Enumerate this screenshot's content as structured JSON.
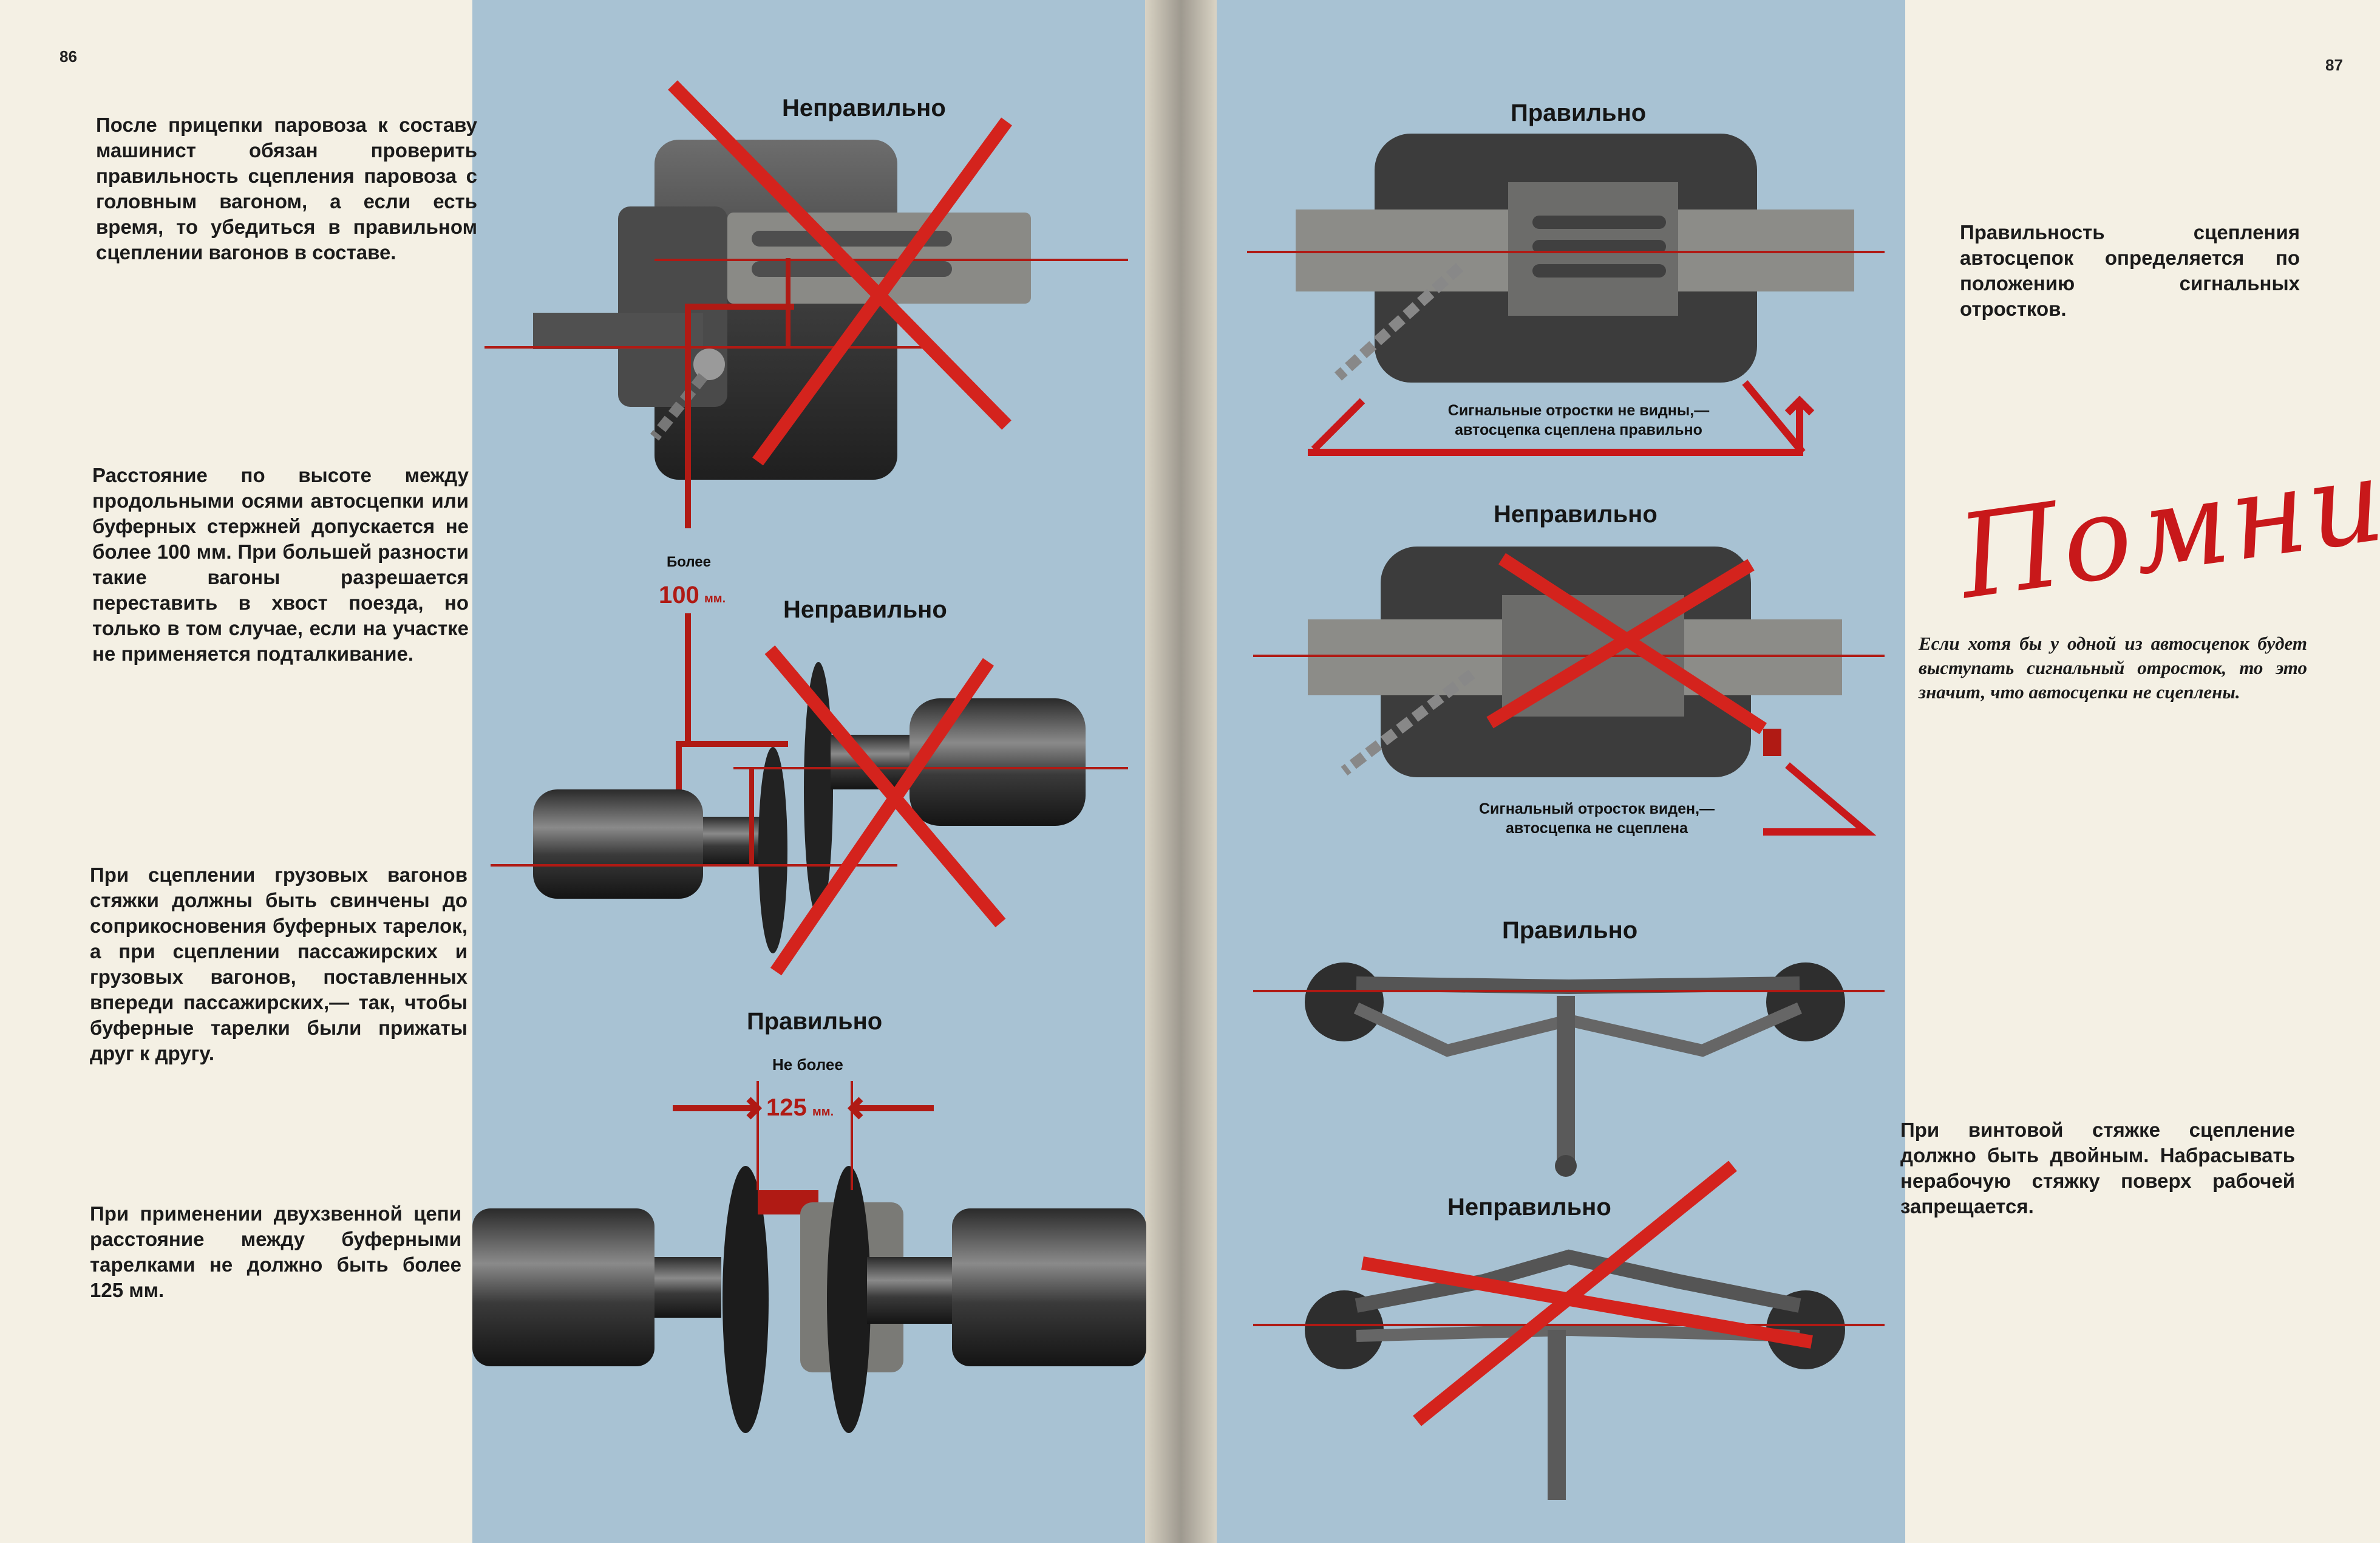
{
  "left_page": {
    "page_number": "86",
    "paragraphs": [
      "После прицепки паровоза к составу машинист обязан проверить правильность сцепления паровоза с головным вагоном, а если есть время, то убедиться в правильном сцеплении вагонов в составе.",
      "Расстояние по высоте между продольными осями автосцепки или буферных стержней допускается не более 100 мм. При большей разности такие вагоны разрешается переставить в хвост поезда, но только в том случае, если на участке не применяется подталкивание.",
      "При сцеплении грузовых вагонов стяжки должны быть свинчены до соприкосновения буферных тарелок, а при сцеплении пассажирских и грузовых вагонов, поставленных впереди пассажирских,— так, чтобы буферные тарелки были прижаты друг к другу.",
      "При применении двухзвенной цепи расстояние между буферными тарелками не должно быть более 125 мм."
    ],
    "figures": {
      "fig1_label": "Неправильно",
      "fig2_label": "Неправильно",
      "fig3_label": "Правильно",
      "height_label_1": "Более",
      "height_label_2": "100",
      "height_unit": "мм.",
      "gap_label_1": "Не более",
      "gap_label_2": "125",
      "gap_unit": "мм."
    }
  },
  "right_page": {
    "page_number": "87",
    "paragraphs": [
      "Правильность сцепления автосцепок определяется по положению сигнальных отростков.",
      "При винтовой стяжке сцепление должно быть двойным. Набрасывать нерабочую стяжку поверх рабочей запрещается."
    ],
    "remember_title": "Помни",
    "remember_text": "Если хотя бы у одной из автосцепок будет выступать сигнальный отросток, то это значит, что автосцепки не сцеплены.",
    "figures": {
      "fig1_label": "Правильно",
      "fig1_caption_1": "Сигнальные отростки не видны,—",
      "fig1_caption_2": "автосцепка сцеплена правильно",
      "fig2_label": "Неправильно",
      "fig2_caption_1": "Сигнальный отросток виден,—",
      "fig2_caption_2": "автосцепка не сцеплена",
      "fig3_label": "Правильно",
      "fig4_label": "Неправильно"
    }
  },
  "colors": {
    "panel_blue": "#a8c2d3",
    "paper": "#f4f0e4",
    "accent_red": "#c8181a",
    "metal_dark": "#3a3a3a"
  }
}
